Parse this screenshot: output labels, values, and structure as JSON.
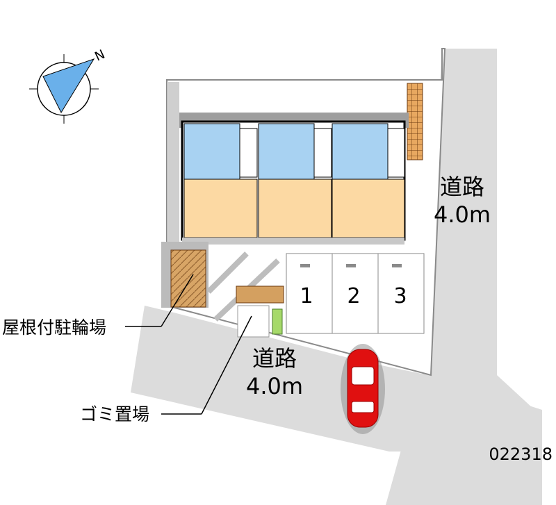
{
  "compass": {
    "label": "N"
  },
  "road_east": {
    "name": "道路",
    "width": "4.0m"
  },
  "road_south": {
    "name": "道路",
    "width": "4.0m"
  },
  "parking": {
    "spaces": [
      "1",
      "2",
      "3"
    ]
  },
  "labels": {
    "bike_parking": "屋根付駐輪場",
    "garbage": "ゴミ置場"
  },
  "building": {
    "units": 3
  },
  "listing_code": "022318",
  "colors": {
    "road": "#dcdcdc",
    "outline": "#000000",
    "unit_floor": "#fcd9a3",
    "wet_area": "#a8d2f2",
    "car": "#e01010",
    "shrub": "#a6d96a",
    "bike_shelter": "#d9a066"
  }
}
